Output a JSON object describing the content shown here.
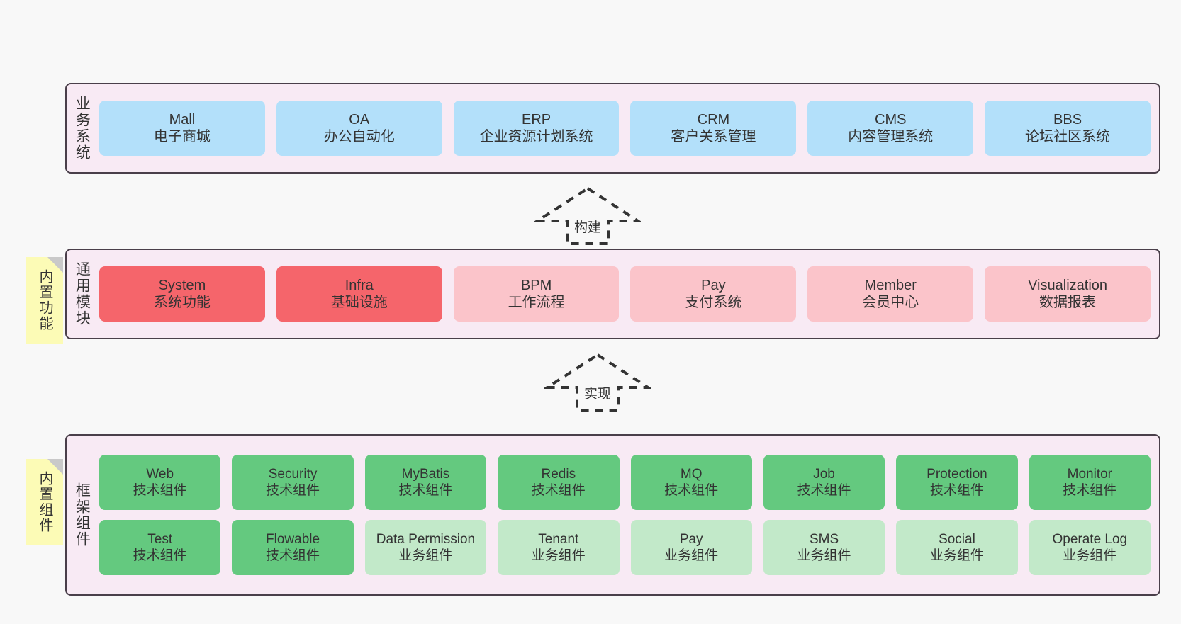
{
  "colors": {
    "canvas": "#f8f8f8",
    "panel_bg": "#f8eaf4",
    "panel_border": "#4a3f4a",
    "blue": "#b3e0fa",
    "red": "#f5656b",
    "light_red": "#fbc4ca",
    "green": "#64c97f",
    "light_green": "#c2e9c9",
    "note_yellow": "#fcfbb6",
    "note_fold": "#c9c9c9"
  },
  "business_layer": {
    "title": "业务系统",
    "cards": [
      {
        "name": "Mall",
        "desc": "电子商城"
      },
      {
        "name": "OA",
        "desc": "办公自动化"
      },
      {
        "name": "ERP",
        "desc": "企业资源计划系统"
      },
      {
        "name": "CRM",
        "desc": "客户关系管理"
      },
      {
        "name": "CMS",
        "desc": "内容管理系统"
      },
      {
        "name": "BBS",
        "desc": "论坛社区系统"
      }
    ]
  },
  "arrow_build": {
    "label": "构建"
  },
  "module_layer": {
    "title": "通用模块",
    "note": "内置功能",
    "cards": [
      {
        "name": "System",
        "desc": "系统功能",
        "tone": "red"
      },
      {
        "name": "Infra",
        "desc": "基础设施",
        "tone": "red"
      },
      {
        "name": "BPM",
        "desc": "工作流程",
        "tone": "light_red"
      },
      {
        "name": "Pay",
        "desc": "支付系统",
        "tone": "light_red"
      },
      {
        "name": "Member",
        "desc": "会员中心",
        "tone": "light_red"
      },
      {
        "name": "Visualization",
        "desc": "数据报表",
        "tone": "light_red"
      }
    ]
  },
  "arrow_implement": {
    "label": "实现"
  },
  "framework_layer": {
    "title": "框架组件",
    "note": "内置组件",
    "row_tech": [
      {
        "name": "Web",
        "desc": "技术组件"
      },
      {
        "name": "Security",
        "desc": "技术组件"
      },
      {
        "name": "MyBatis",
        "desc": "技术组件"
      },
      {
        "name": "Redis",
        "desc": "技术组件"
      },
      {
        "name": "MQ",
        "desc": "技术组件"
      },
      {
        "name": "Job",
        "desc": "技术组件"
      },
      {
        "name": "Protection",
        "desc": "技术组件"
      },
      {
        "name": "Monitor",
        "desc": "技术组件"
      }
    ],
    "row_biz": [
      {
        "name": "Test",
        "desc": "技术组件",
        "tone": "green"
      },
      {
        "name": "Flowable",
        "desc": "技术组件",
        "tone": "green"
      },
      {
        "name": "Data Permission",
        "desc": "业务组件",
        "tone": "light_green"
      },
      {
        "name": "Tenant",
        "desc": "业务组件",
        "tone": "light_green"
      },
      {
        "name": "Pay",
        "desc": "业务组件",
        "tone": "light_green"
      },
      {
        "name": "SMS",
        "desc": "业务组件",
        "tone": "light_green"
      },
      {
        "name": "Social",
        "desc": "业务组件",
        "tone": "light_green"
      },
      {
        "name": "Operate Log",
        "desc": "业务组件",
        "tone": "light_green"
      }
    ]
  }
}
